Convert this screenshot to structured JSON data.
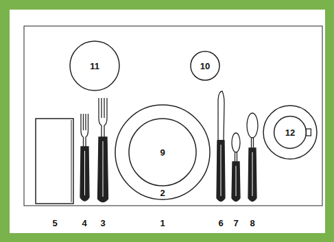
{
  "diagram": {
    "nodes": [
      {
        "text": [
          "11"
        ]
      },
      {
        "text": [
          "10"
        ]
      },
      {
        "text": [
          "2"
        ]
      },
      {
        "text": [
          "9"
        ],
        "in": 2
      },
      {
        "text": [
          "12"
        ]
      }
    ],
    "labels": [
      "5",
      "4",
      "3",
      "1",
      "6",
      "7",
      "8"
    ]
  }
}
